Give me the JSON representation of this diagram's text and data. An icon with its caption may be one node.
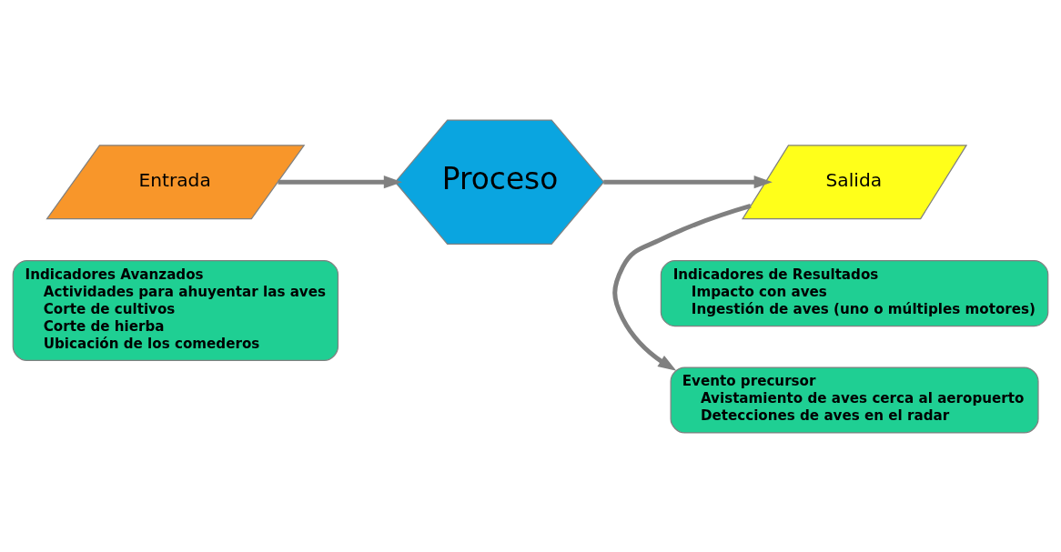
{
  "diagram": {
    "nodes": [
      {
        "text": [
          "Evento precursor",
          "Avistamiento de aves cerca al aeropuerto",
          "Detecciones de aves en el radar"
        ]
      },
      {
        "text": [
          "Entrada"
        ]
      },
      {
        "text": [
          "Proceso"
        ]
      },
      {
        "text": [
          "Salida"
        ]
      },
      {
        "text": [
          "Indicadores Avanzados",
          "Actividades para ahuyentar las aves",
          "Corte de cultivos",
          "Corte de hierba",
          "Ubicación de los comederos"
        ]
      },
      {
        "text": [
          "Indicadores de Resultados",
          "Impacto con aves",
          "Ingestión de aves (uno o múltiples motores)"
        ]
      }
    ],
    "edges": [
      {
        "from": 1,
        "to": 2,
        "arrow": "to"
      },
      {
        "from": 2,
        "to": 3,
        "arrow": "to"
      },
      {
        "from": 3,
        "to": 0,
        "arrow": "to"
      }
    ]
  }
}
